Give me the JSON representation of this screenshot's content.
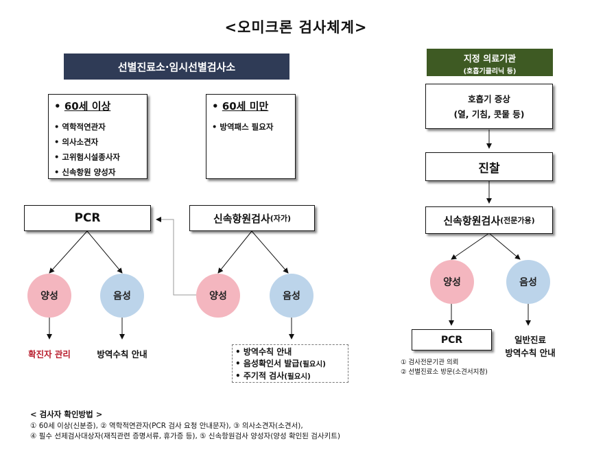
{
  "title": "<오미크론  검사체계>",
  "left_header": "선별진료소·임시선별검사소",
  "right_header": {
    "line1": "지정 의료기관",
    "line2": "(호흡기클리닉 등)"
  },
  "over60": {
    "heading": "60세 이상",
    "items": [
      "역학적연관자",
      "의사소견자",
      "고위험시설종사자",
      "신속항원 양성자"
    ]
  },
  "under60": {
    "heading": "60세 미만",
    "items": [
      "방역패스 필요자"
    ]
  },
  "left_pcr": "PCR",
  "rapid_test": {
    "main": "신속항원검사",
    "suffix": "(자가)"
  },
  "positive": "양성",
  "negative": "음성",
  "confirmed_mgmt": "확진자 관리",
  "quarantine_guide": "방역수칙 안내",
  "neg_actions": [
    {
      "main": "방역수칙 안내",
      "suffix": ""
    },
    {
      "main": "음성확인서 발급",
      "suffix": "(필요시)"
    },
    {
      "main": "주기적 검사",
      "suffix": "(필요시)"
    }
  ],
  "symptoms": {
    "line1": "호흡기 증상",
    "line2": "(열, 기침, 콧물 등)"
  },
  "diagnosis": "진찰",
  "pro_rapid": {
    "main": "신속항원검사",
    "suffix": "(전문가용)"
  },
  "right_pcr": "PCR",
  "right_neg_result": {
    "line1": "일반진료",
    "line2": "방역수칙 안내"
  },
  "pcr_notes": [
    "① 검사전문기관 의뢰",
    "② 선별진료소 방문(소견서지참)"
  ],
  "verify": {
    "title": "< 검사자 확인방법 >",
    "line1": "① 60세 이상(신분증), ② 역학적연관자(PCR 검사 요청 안내문자), ③ 의사소견자(소견서),",
    "line2": "④ 필수 선제검사대상자(재직관련 증명서류, 휴가증 등), ⑤ 신속항원검사 양성자(양성 확인된 검사키트)"
  }
}
